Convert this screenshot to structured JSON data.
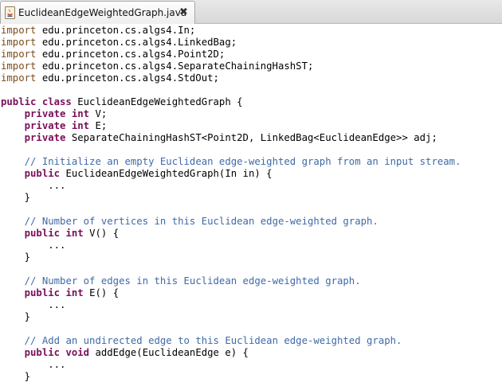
{
  "tab": {
    "title": "EuclideanEdgeWeightedGraph.java",
    "icon": "java-file-icon",
    "close_glyph": "✖"
  },
  "colors": {
    "import_keyword": "#7b4b1a",
    "keyword": "#7a0f5a",
    "comment": "#3f6aa8",
    "text": "#000000"
  },
  "code_lines": [
    [
      {
        "t": "import",
        "c": "kw-import"
      },
      {
        "t": " edu.princeton.cs.algs4.In;",
        "c": "plain"
      }
    ],
    [
      {
        "t": "import",
        "c": "kw-import"
      },
      {
        "t": " edu.princeton.cs.algs4.LinkedBag;",
        "c": "plain"
      }
    ],
    [
      {
        "t": "import",
        "c": "kw-import"
      },
      {
        "t": " edu.princeton.cs.algs4.Point2D;",
        "c": "plain"
      }
    ],
    [
      {
        "t": "import",
        "c": "kw-import"
      },
      {
        "t": " edu.princeton.cs.algs4.SeparateChainingHashST;",
        "c": "plain"
      }
    ],
    [
      {
        "t": "import",
        "c": "kw-import"
      },
      {
        "t": " edu.princeton.cs.algs4.StdOut;",
        "c": "plain"
      }
    ],
    [],
    [
      {
        "t": "public class",
        "c": "kw"
      },
      {
        "t": " EuclideanEdgeWeightedGraph {",
        "c": "plain"
      }
    ],
    [
      {
        "t": "    ",
        "c": "plain"
      },
      {
        "t": "private int",
        "c": "kw"
      },
      {
        "t": " V;",
        "c": "plain"
      }
    ],
    [
      {
        "t": "    ",
        "c": "plain"
      },
      {
        "t": "private int",
        "c": "kw"
      },
      {
        "t": " E;",
        "c": "plain"
      }
    ],
    [
      {
        "t": "    ",
        "c": "plain"
      },
      {
        "t": "private",
        "c": "kw"
      },
      {
        "t": " SeparateChainingHashST<Point2D, LinkedBag<EuclideanEdge>> adj;",
        "c": "plain"
      }
    ],
    [],
    [
      {
        "t": "    ",
        "c": "plain"
      },
      {
        "t": "// Initialize an empty Euclidean edge-weighted graph from an input stream.",
        "c": "comment"
      }
    ],
    [
      {
        "t": "    ",
        "c": "plain"
      },
      {
        "t": "public",
        "c": "kw"
      },
      {
        "t": " EuclideanEdgeWeightedGraph(In in) {",
        "c": "plain"
      }
    ],
    [
      {
        "t": "        ...",
        "c": "plain"
      }
    ],
    [
      {
        "t": "    }",
        "c": "plain"
      }
    ],
    [],
    [
      {
        "t": "    ",
        "c": "plain"
      },
      {
        "t": "// Number of vertices in this Euclidean edge-weighted graph.",
        "c": "comment"
      }
    ],
    [
      {
        "t": "    ",
        "c": "plain"
      },
      {
        "t": "public int",
        "c": "kw"
      },
      {
        "t": " V() {",
        "c": "plain"
      }
    ],
    [
      {
        "t": "        ...",
        "c": "plain"
      }
    ],
    [
      {
        "t": "    }",
        "c": "plain"
      }
    ],
    [],
    [
      {
        "t": "    ",
        "c": "plain"
      },
      {
        "t": "// Number of edges in this Euclidean edge-weighted graph.",
        "c": "comment"
      }
    ],
    [
      {
        "t": "    ",
        "c": "plain"
      },
      {
        "t": "public int",
        "c": "kw"
      },
      {
        "t": " E() {",
        "c": "plain"
      }
    ],
    [
      {
        "t": "        ...",
        "c": "plain"
      }
    ],
    [
      {
        "t": "    }",
        "c": "plain"
      }
    ],
    [],
    [
      {
        "t": "    ",
        "c": "plain"
      },
      {
        "t": "// Add an undirected edge to this Euclidean edge-weighted graph.",
        "c": "comment"
      }
    ],
    [
      {
        "t": "    ",
        "c": "plain"
      },
      {
        "t": "public void",
        "c": "kw"
      },
      {
        "t": " addEdge(EuclideanEdge e) {",
        "c": "plain"
      }
    ],
    [
      {
        "t": "        ...",
        "c": "plain"
      }
    ],
    [
      {
        "t": "    }",
        "c": "plain"
      }
    ]
  ]
}
